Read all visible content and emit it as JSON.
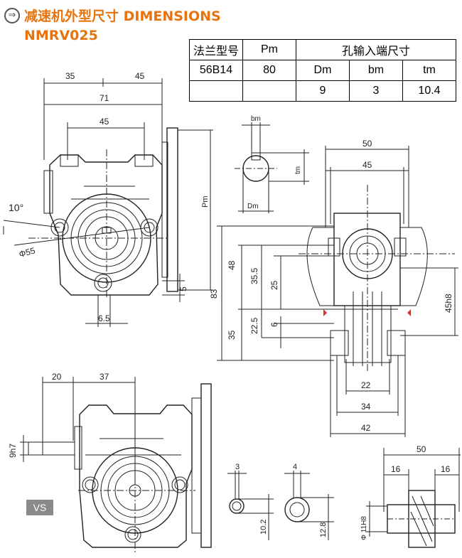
{
  "header": {
    "title": "减速机外型尺寸 DIMENSIONS",
    "model": "NMRV025",
    "icon": "arrow-circle-icon"
  },
  "table": {
    "head": [
      "法兰型号",
      "Pm",
      "孔输入端尺寸"
    ],
    "sub": [
      "56B14",
      "80",
      "Dm",
      "bm",
      "tm"
    ],
    "values": [
      "9",
      "3",
      "10.4"
    ]
  },
  "labels": {
    "top_35": "35",
    "top_45": "45",
    "top_71": "71",
    "inner_45": "45",
    "angle": "10°",
    "dia55": "Φ55",
    "dim_5": "5",
    "dim_6_5": "6.5",
    "pm": "Pm",
    "bm": "bm",
    "tm": "tm",
    "dm": "Dm",
    "r_50": "50",
    "r_45": "45",
    "r_48": "48",
    "r_35_5": "35.5",
    "r_25": "25",
    "r_83": "83",
    "r_35": "35",
    "r_22_5": "22.5",
    "r_6": "6",
    "r_45h8": "45h8",
    "r_22": "22",
    "r_34": "34",
    "r_42": "42",
    "b_20": "20",
    "b_37": "37",
    "b_9h7": "9h7",
    "vs": "VS",
    "k_3": "3",
    "k_10_2": "10.2",
    "k_4": "4",
    "k_12_8": "12.8",
    "s_50": "50",
    "s_16a": "16",
    "s_16b": "16",
    "s_11h8": "Φ 11H8"
  }
}
